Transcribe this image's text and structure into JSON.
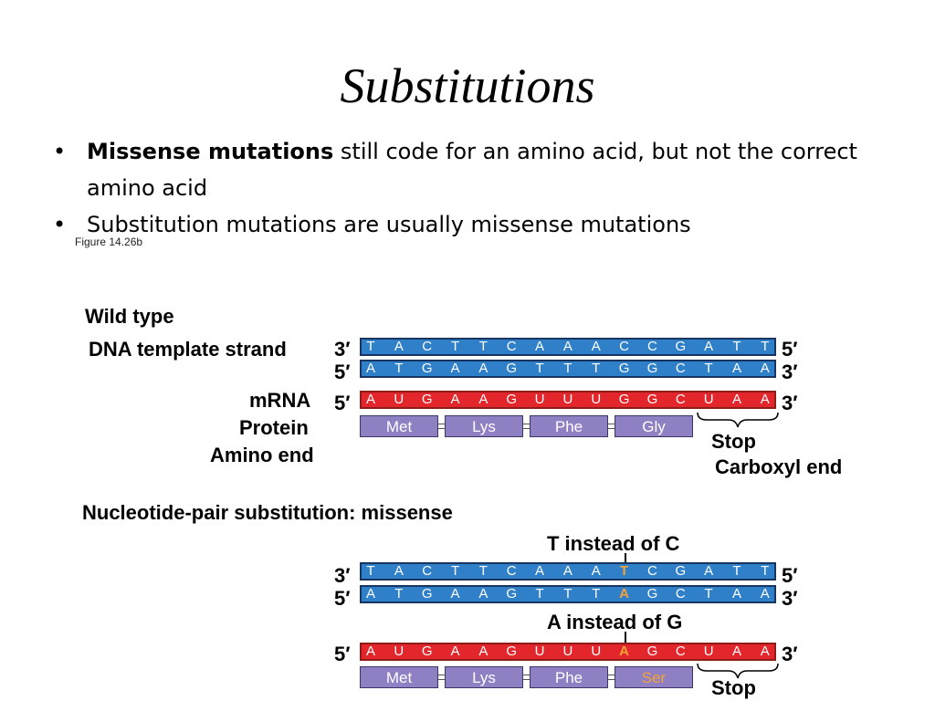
{
  "title": "Substitutions",
  "bullets": [
    {
      "bold": "Missense mutations",
      "text": " still code for an amino acid, but not the correct amino acid"
    },
    {
      "bold": "",
      "text": "Substitution mutations are usually missense mutations"
    }
  ],
  "figure_label": "Figure 14.26b",
  "wild_type": {
    "heading": "Wild type",
    "dna_template_label": "DNA template strand",
    "mrna_label": "mRNA",
    "protein_label": "Protein",
    "amino_end_label": "Amino end",
    "stop_label": "Stop",
    "carboxyl_end_label": "Carboxyl end",
    "template_bases": [
      "T",
      "A",
      "C",
      "T",
      "T",
      "C",
      "A",
      "A",
      "A",
      "C",
      "C",
      "G",
      "A",
      "T",
      "T"
    ],
    "coding_bases": [
      "A",
      "T",
      "G",
      "A",
      "A",
      "G",
      "T",
      "T",
      "T",
      "G",
      "G",
      "C",
      "T",
      "A",
      "A"
    ],
    "mrna_bases": [
      "A",
      "U",
      "G",
      "A",
      "A",
      "G",
      "U",
      "U",
      "U",
      "G",
      "G",
      "C",
      "U",
      "A",
      "A"
    ],
    "amino_acids": [
      "Met",
      "Lys",
      "Phe",
      "Gly"
    ]
  },
  "mutant": {
    "heading": "Nucleotide-pair substitution: missense",
    "note_top": "T instead of C",
    "note_bottom": "A instead of G",
    "stop_label": "Stop",
    "template_bases": [
      "T",
      "A",
      "C",
      "T",
      "T",
      "C",
      "A",
      "A",
      "A",
      "T",
      "C",
      "G",
      "A",
      "T",
      "T"
    ],
    "coding_bases": [
      "A",
      "T",
      "G",
      "A",
      "A",
      "G",
      "T",
      "T",
      "T",
      "A",
      "G",
      "C",
      "T",
      "A",
      "A"
    ],
    "mrna_bases": [
      "A",
      "U",
      "G",
      "A",
      "A",
      "G",
      "U",
      "U",
      "U",
      "A",
      "G",
      "C",
      "U",
      "A",
      "A"
    ],
    "amino_acids": [
      "Met",
      "Lys",
      "Phe",
      "Ser"
    ],
    "highlight_base_index": 9,
    "highlight_amino_index": 3
  },
  "primes": {
    "three": "3′",
    "five": "5′"
  },
  "colors": {
    "dna": "#2f80c8",
    "mrna": "#e3262b",
    "protein": "#8f80c4",
    "highlight": "#f4a23a"
  }
}
